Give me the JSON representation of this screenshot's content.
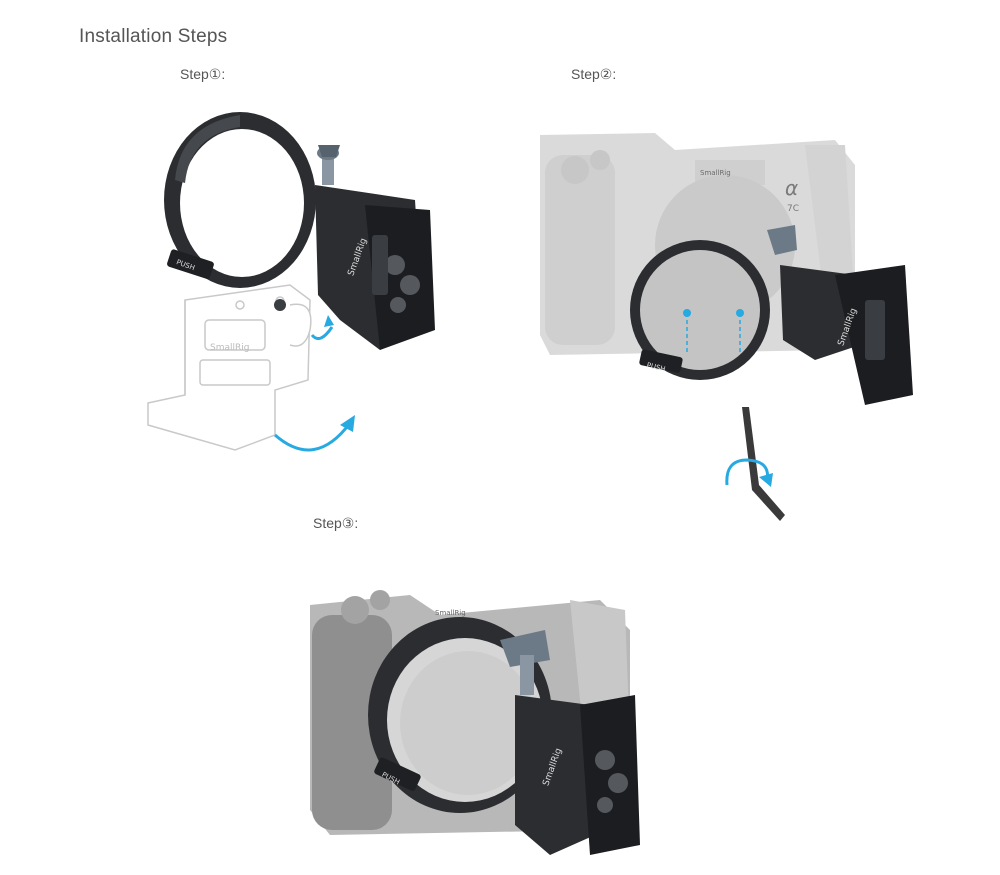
{
  "page": {
    "title": "Installation Steps"
  },
  "steps": [
    {
      "label": "Step①:"
    },
    {
      "label": "Step②:"
    },
    {
      "label": "Step③:"
    }
  ],
  "product": {
    "brand": "SmallRig",
    "button": "PUSH",
    "camera_symbol": "α",
    "camera_model": "7C"
  },
  "colors": {
    "accent_arrow": "#27a9e1",
    "bracket": "#2b2d30",
    "camera_faded": "#bdbdbd",
    "outline_part": "#c9c9c9"
  }
}
